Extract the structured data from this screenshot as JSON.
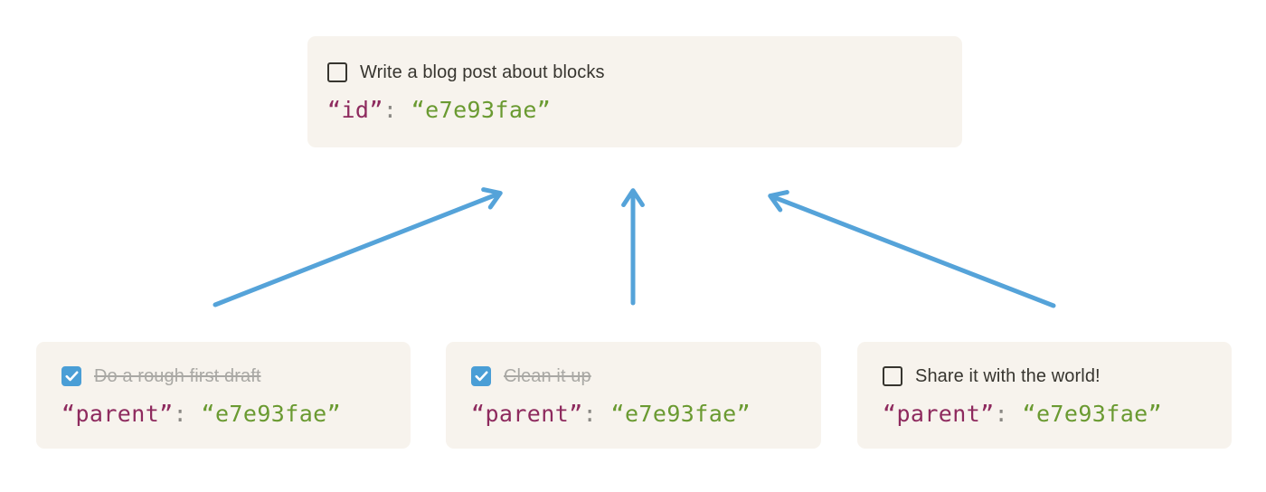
{
  "colors": {
    "arrow-blue": "#55a3d9",
    "checkbox-blue": "#4a9ed6",
    "card-bg": "#f7f3ed",
    "text-dark": "#37352f",
    "text-done": "#a9a8a4",
    "code-key": "#8e2a5e",
    "code-punct": "#8a8884",
    "code-value": "#6a9a31",
    "check-mark": "#ffffff"
  },
  "parent_card": {
    "title": "Write a blog post about blocks",
    "checked": false,
    "code": {
      "key": "“id”",
      "sep": ": ",
      "value": "“e7e93fae”"
    }
  },
  "child_cards": [
    {
      "title": "Do a rough first draft",
      "checked": true,
      "code": {
        "key": "“parent”",
        "sep": ": ",
        "value": "“e7e93fae”"
      }
    },
    {
      "title": "Clean it up",
      "checked": true,
      "code": {
        "key": "“parent”",
        "sep": ": ",
        "value": "“e7e93fae”"
      }
    },
    {
      "title": "Share it with the world!",
      "checked": false,
      "code": {
        "key": "“parent”",
        "sep": ": ",
        "value": "“e7e93fae”"
      }
    }
  ]
}
